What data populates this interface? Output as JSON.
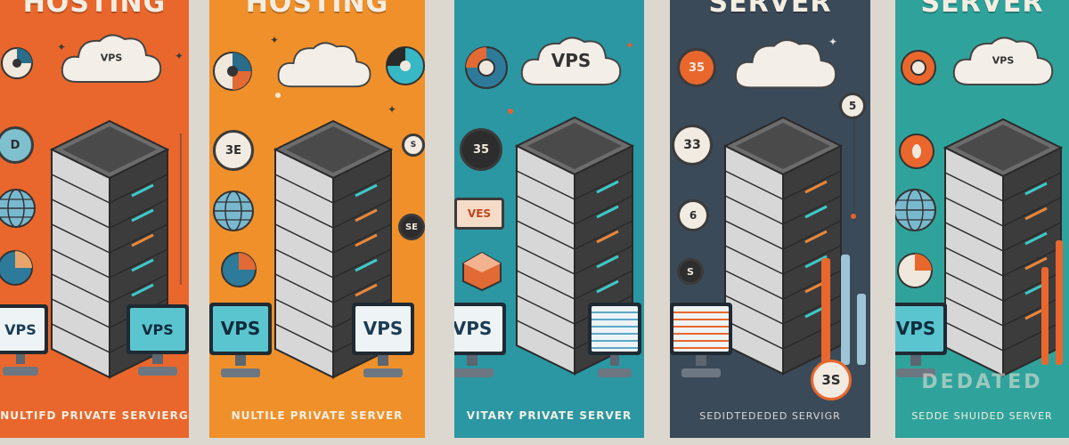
{
  "colors": {
    "panel1": "#e9672c",
    "panel2": "#f0902a",
    "panel3": "#2a97a3",
    "panel4": "#3b4a58",
    "panel5": "#2fa39b",
    "background": "#ddd8cf"
  },
  "panels": [
    {
      "title": "HOSTING",
      "cloud_label": "VPS",
      "badge_text": "",
      "side_badge": "",
      "monitor_left": "VPS",
      "monitor_right": "VPS",
      "footer": "NULTIFD PRIVATE SERVIERG"
    },
    {
      "title": "HOSTING",
      "cloud_label": "",
      "badge_text": "3E",
      "side_badge": "SE",
      "monitor_left": "VPS",
      "monitor_right": "VPS",
      "footer": "NULTILE PRIVATE SERVER"
    },
    {
      "title": "",
      "cloud_label": "VPS",
      "badge_text": "35",
      "side_badge": "VES",
      "monitor_left": "VPS",
      "monitor_right": "",
      "footer": "VITARY PRIVATE SERVER"
    },
    {
      "title": "SERVER",
      "cloud_label": "",
      "badge_text": "33",
      "badge_top": "35",
      "side_badge": "5",
      "bottom_badge": "3S",
      "monitor_left": "",
      "footer": "SEDIDTEDEDED SERVIGR"
    },
    {
      "title": "SERVER",
      "cloud_label": "VPS",
      "monitor_left": "VPS",
      "footer_big": "DEDATED",
      "footer": "SEDDE SHUIDED SERVER"
    }
  ]
}
